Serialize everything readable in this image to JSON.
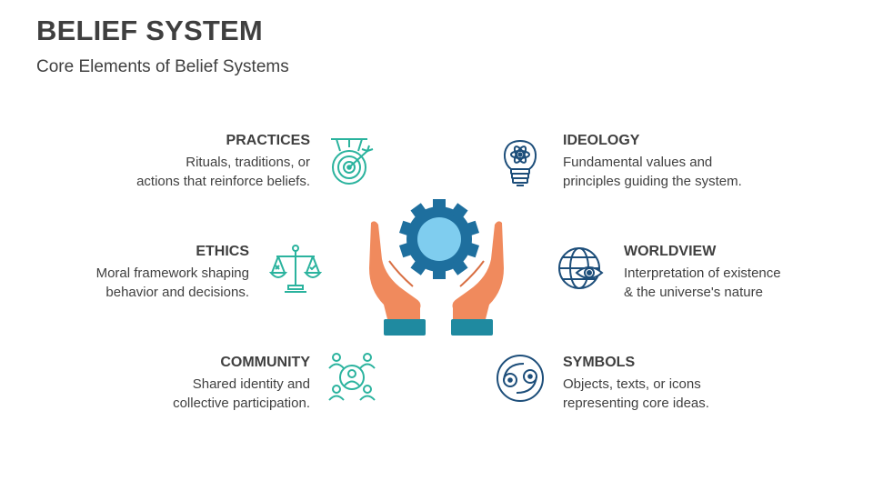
{
  "title": "BELIEF SYSTEM",
  "subtitle": "Core Elements of Belief Systems",
  "elements": [
    {
      "heading": "PRACTICES",
      "desc1": "Rituals, traditions, or",
      "desc2": "actions that reinforce beliefs.",
      "icon": "target-icon"
    },
    {
      "heading": "ETHICS",
      "desc1": "Moral framework shaping",
      "desc2": "behavior and decisions.",
      "icon": "scales-icon"
    },
    {
      "heading": "COMMUNITY",
      "desc1": "Shared identity and",
      "desc2": "collective participation.",
      "icon": "community-icon"
    },
    {
      "heading": "IDEOLOGY",
      "desc1": "Fundamental values and",
      "desc2": "principles guiding the system.",
      "icon": "idea-bulb-icon"
    },
    {
      "heading": "WORLDVIEW",
      "desc1": "Interpretation of existence",
      "desc2": "& the universe's nature",
      "icon": "globe-eye-icon"
    },
    {
      "heading": "SYMBOLS",
      "desc1": "Objects, texts, or icons",
      "desc2": "representing core ideas.",
      "icon": "symbols-icon"
    }
  ],
  "colors": {
    "teal": "#2bb39e",
    "navy": "#1d4e7a",
    "gear": "#1e6f9e",
    "sun": "#7fcdef",
    "hand": "#f08a5d",
    "cuff": "#1f8aa0"
  }
}
